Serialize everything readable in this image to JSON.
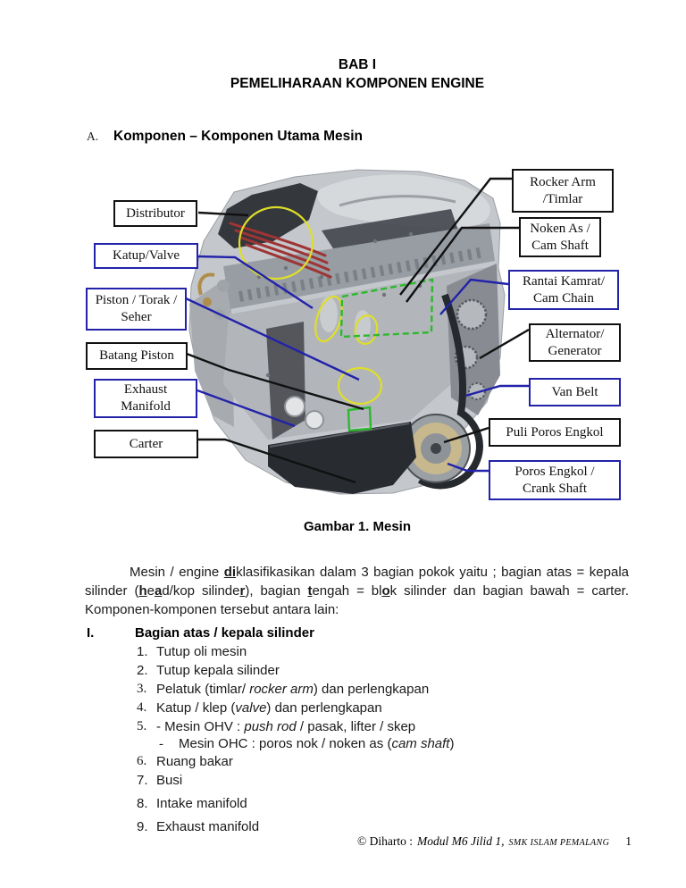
{
  "page": {
    "title_line1": "BAB I",
    "title_line2": "PEMELIHARAAN KOMPONEN ENGINE"
  },
  "section_a": {
    "prefix": "A.",
    "title": "Komponen – Komponen Utama Mesin"
  },
  "diagram": {
    "caption": "Gambar 1. Mesin",
    "labels": {
      "distributor": {
        "lines": [
          "Distributor"
        ],
        "accent": "black"
      },
      "katup": {
        "lines": [
          "Katup/Valve"
        ],
        "accent": "blue"
      },
      "piston": {
        "lines": [
          "Piston / Torak /",
          "Seher"
        ],
        "accent": "blue"
      },
      "batang": {
        "lines": [
          "Batang Piston"
        ],
        "accent": "black"
      },
      "exhaust": {
        "lines": [
          "Exhaust",
          "Manifold"
        ],
        "accent": "blue"
      },
      "carter": {
        "lines": [
          "Carter"
        ],
        "accent": "black"
      },
      "rocker": {
        "lines": [
          "Rocker Arm",
          "/Timlar"
        ],
        "accent": "black"
      },
      "noken": {
        "lines": [
          "Noken As /",
          "Cam Shaft"
        ],
        "accent": "black"
      },
      "rantai": {
        "lines": [
          "Rantai Kamrat/",
          "Cam Chain"
        ],
        "accent": "blue"
      },
      "alternator": {
        "lines": [
          "Alternator/",
          "Generator"
        ],
        "accent": "black"
      },
      "vanbelt": {
        "lines": [
          "Van Belt"
        ],
        "accent": "blue"
      },
      "puli": {
        "lines": [
          "Puli Poros Engkol"
        ],
        "accent": "black"
      },
      "poros": {
        "lines": [
          "Poros Engkol /",
          "Crank Shaft"
        ],
        "accent": "blue"
      }
    }
  },
  "paragraph": {
    "segments": [
      {
        "t": "Mesin / engine "
      },
      {
        "t": "di",
        "b": 1,
        "u": 1
      },
      {
        "t": "klasifikasikan dalam 3 bagian pokok yaitu ; bagian atas = kepala silinder ("
      },
      {
        "t": "h",
        "b": 1,
        "u": 1
      },
      {
        "t": "e"
      },
      {
        "t": "a",
        "b": 1,
        "u": 1
      },
      {
        "t": "d/kop silinde"
      },
      {
        "t": "r",
        "b": 1,
        "u": 1
      },
      {
        "t": "), bagian "
      },
      {
        "t": "t",
        "b": 1,
        "u": 1
      },
      {
        "t": "engah = bl"
      },
      {
        "t": "o",
        "b": 1,
        "u": 1
      },
      {
        "t": "k silinder dan bagian bawah = carter. Komponen-komponen tersebut antara lain:"
      }
    ]
  },
  "section_i": {
    "number": "I.",
    "title": "Bagian atas / kepala silinder",
    "items": [
      {
        "num": "1.",
        "segments": [
          {
            "t": "Tutup oli mesin"
          }
        ]
      },
      {
        "num": "2.",
        "segments": [
          {
            "t": "Tutup kepala silinder"
          }
        ]
      },
      {
        "num": "3.",
        "serif": 1,
        "segments": [
          {
            "t": "Pelatuk (timlar/ "
          },
          {
            "t": "rocker arm",
            "i": 1
          },
          {
            "t": ") dan perlengkapan"
          }
        ]
      },
      {
        "num": "4.",
        "serif": 1,
        "segments": [
          {
            "t": "Katup / klep ("
          },
          {
            "t": "valve",
            "i": 1
          },
          {
            "t": ") dan perlengkapan"
          }
        ]
      },
      {
        "num": "5.",
        "serif": 1,
        "segments": [
          {
            "t": "- Mesin OHV : "
          },
          {
            "t": "push rod",
            "i": 1
          },
          {
            "t": " / pasak, lifter / skep"
          }
        ]
      },
      {
        "num": "-",
        "sub": 1,
        "serif": 1,
        "segments": [
          {
            "t": "Mesin OHC : poros nok / noken as ("
          },
          {
            "t": "cam shaft",
            "i": 1
          },
          {
            "t": ")"
          }
        ]
      },
      {
        "num": "6.",
        "serif": 1,
        "segments": [
          {
            "t": "Ruang bakar"
          }
        ]
      },
      {
        "num": "7.",
        "segments": [
          {
            "t": "Busi"
          }
        ]
      },
      {
        "num": "8.",
        "gap": 1,
        "segments": [
          {
            "t": "Intake manifold"
          }
        ]
      },
      {
        "num": "9.",
        "gap": 1,
        "segments": [
          {
            "t": "Exhaust manifold"
          }
        ]
      }
    ]
  },
  "footer": {
    "copyright": "© Diharto :",
    "module": "Modul M6 Jilid 1,",
    "school": "SMK ISLAM PEMALANG",
    "page_number": "1"
  },
  "colors": {
    "accent_blue": "#2222aa",
    "annotation_green": "#2db82d",
    "annotation_yellow": "#dede2a",
    "wire_red": "#9e3434"
  }
}
